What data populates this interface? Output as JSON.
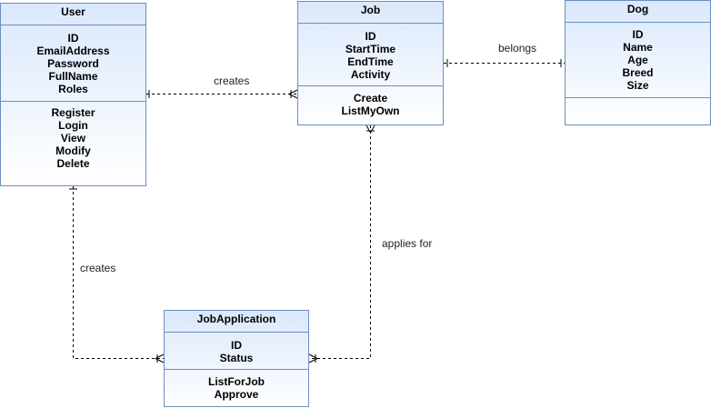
{
  "classes": {
    "user": {
      "name": "User",
      "attributes": [
        "ID",
        "EmailAddress",
        "Password",
        "FullName",
        "Roles"
      ],
      "methods": [
        "Register",
        "Login",
        "View",
        "Modify",
        "Delete"
      ]
    },
    "job": {
      "name": "Job",
      "attributes": [
        "ID",
        "StartTime",
        "EndTime",
        "Activity"
      ],
      "methods": [
        "Create",
        "ListMyOwn"
      ]
    },
    "dog": {
      "name": "Dog",
      "attributes": [
        "ID",
        "Name",
        "Age",
        "Breed",
        "Size"
      ],
      "methods": []
    },
    "jobapplication": {
      "name": "JobApplication",
      "attributes": [
        "ID",
        "Status"
      ],
      "methods": [
        "ListForJob",
        "Approve"
      ]
    }
  },
  "relationships": {
    "user_creates_job": "creates",
    "job_belongs_dog": "belongs",
    "user_creates_application": "creates",
    "application_applies_job": "applies for"
  },
  "colors": {
    "border": "#6c8ebf",
    "fill_top": "#dae8fc",
    "line": "#000000"
  }
}
